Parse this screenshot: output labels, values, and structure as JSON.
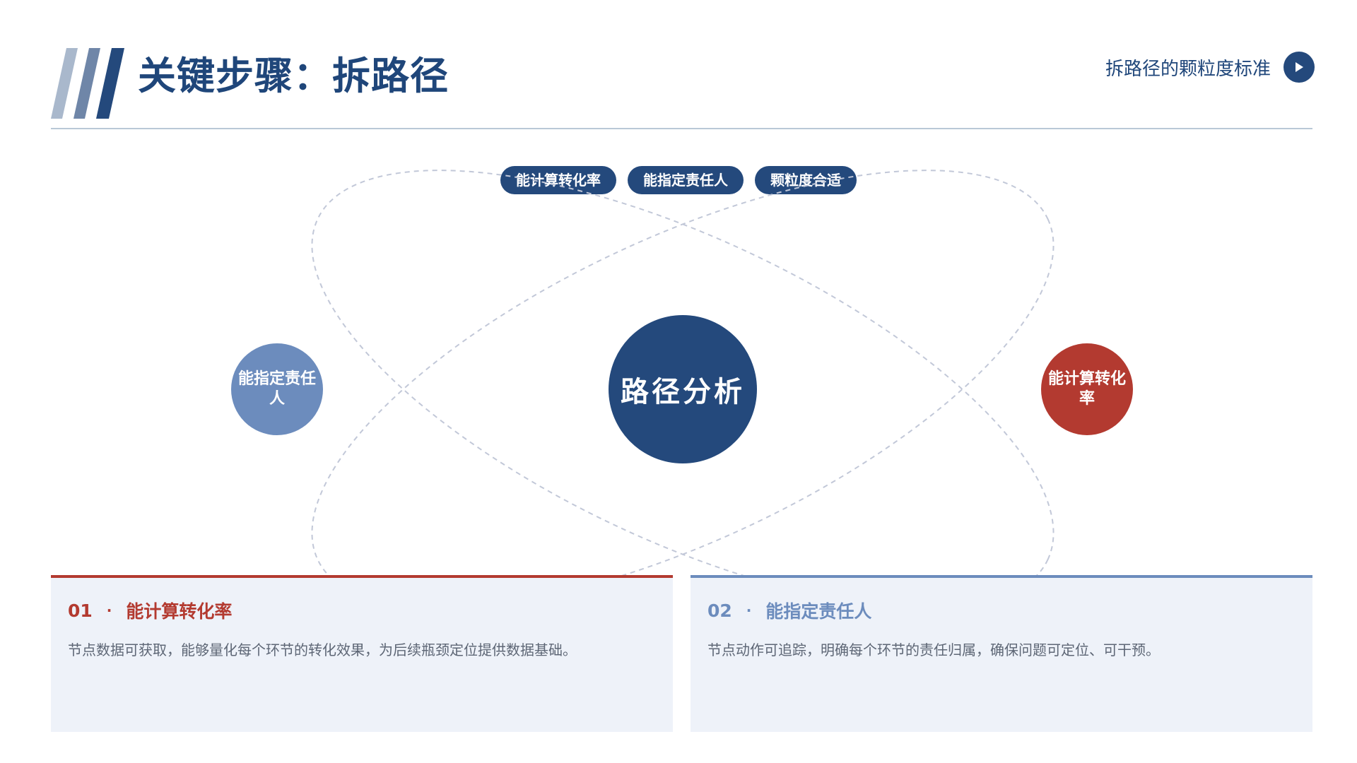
{
  "header": {
    "title": "关键步骤：拆路径",
    "link_label": "拆路径的颗粒度标准"
  },
  "pills": [
    {
      "label": "能计算转化率"
    },
    {
      "label": "能指定责任人"
    },
    {
      "label": "颗粒度合适"
    }
  ],
  "diagram": {
    "center_label": "路径分析",
    "left_node_label": "能指定责任人",
    "right_node_label": "能计算转化率"
  },
  "cards": [
    {
      "number": "01",
      "separator": "·",
      "title": "能计算转化率",
      "body": "节点数据可获取，能够量化每个环节的转化效果，为后续瓶颈定位提供数据基础。"
    },
    {
      "number": "02",
      "separator": "·",
      "title": "能指定责任人",
      "body": "节点动作可追踪，明确每个环节的责任归属，确保问题可定位、可干预。"
    }
  ],
  "colors": {
    "primary": "#24497c",
    "accent_red": "#b33a30",
    "accent_blue": "#6c8cbd",
    "card_bg": "#eef2f9",
    "orbit_stroke": "#c2c8d8"
  },
  "icons": {
    "logo": "slash-stripes-icon",
    "link_button": "play-circle-icon"
  }
}
